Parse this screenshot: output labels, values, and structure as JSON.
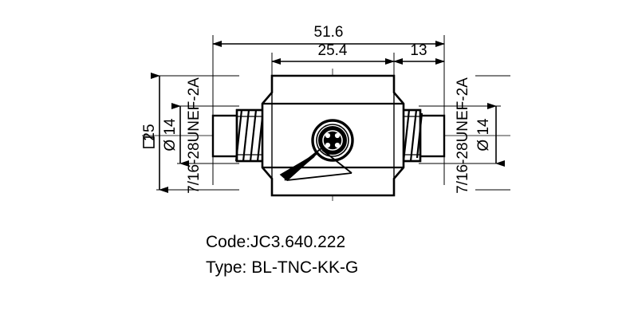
{
  "drawing": {
    "title_block": {
      "code_label": "Code:JC3.640.222",
      "type_label": "Type: BL-TNC-KK-G"
    },
    "dimensions": {
      "overall_length": "51.6",
      "body_length": "25.4",
      "right_thread_length": "13",
      "body_across_flats": "25",
      "square_symbol": "□",
      "thread_diameter_left": "Ø 14",
      "thread_diameter_right": "Ø 14",
      "thread_spec_left": "7/16-28UNEF-2A",
      "thread_spec_right": "7/16-28UNEF-2A"
    },
    "colors": {
      "line": "#000000",
      "thin_line": "#1a1a1a",
      "background": "#ffffff"
    },
    "geometry": {
      "note": "symmetric coaxial adapter, hexagonal center body, threaded male ends",
      "seal_dot_count": 4
    }
  }
}
